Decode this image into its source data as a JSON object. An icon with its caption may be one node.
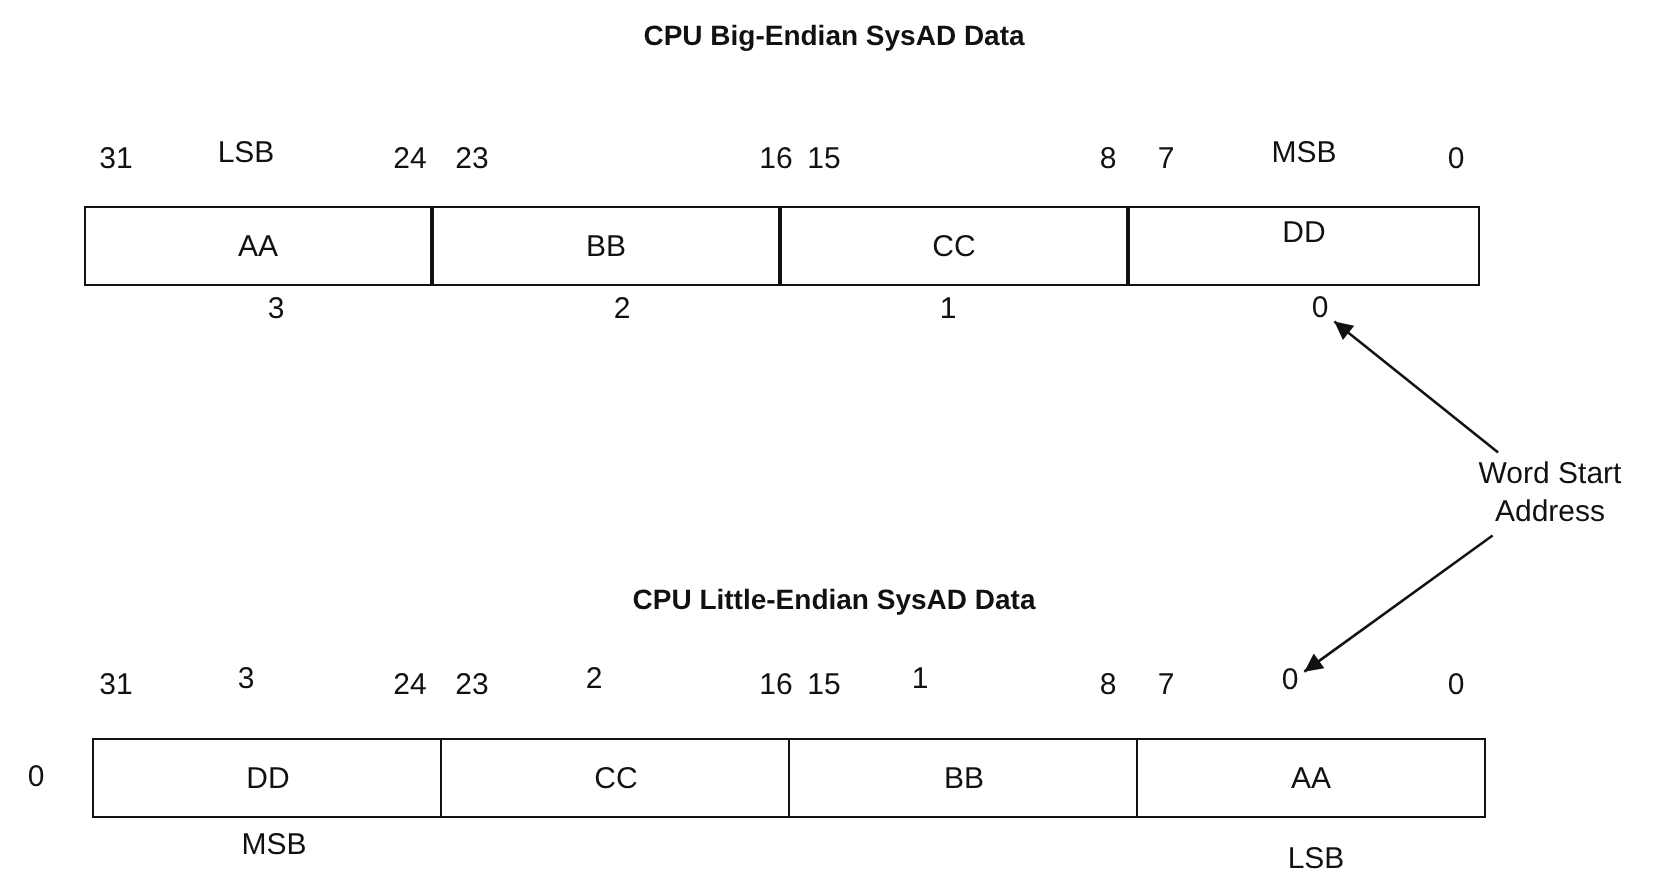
{
  "diagram": {
    "nodes": [
      {
        "text": [
          "AA"
        ]
      },
      {
        "text": [
          "BB"
        ]
      },
      {
        "text": [
          "CC"
        ]
      },
      {
        "text": [
          "DD"
        ]
      },
      {
        "text": [
          "0"
        ]
      },
      {
        "text": [
          "Word Start Address"
        ]
      },
      {
        "text": [
          "0"
        ]
      },
      {
        "text": [
          "DD"
        ]
      },
      {
        "text": [
          "CC"
        ]
      },
      {
        "text": [
          "BB"
        ]
      },
      {
        "text": [
          "AA"
        ]
      }
    ],
    "edges": [
      {
        "from": 5,
        "to": 4,
        "arrow": "to"
      },
      {
        "from": 5,
        "to": 6,
        "arrow": "to"
      }
    ],
    "labels": [
      "CPU Big-Endian SysAD Data",
      "31",
      "LSB",
      "24",
      "23",
      "16",
      "15",
      "8",
      "7",
      "MSB",
      "0",
      "3",
      "2",
      "1",
      "CPU Little-Endian SysAD Data",
      "31",
      "3",
      "24",
      "23",
      "2",
      "16",
      "15",
      "1",
      "8",
      "7",
      "0",
      "0",
      "MSB",
      "LSB"
    ]
  }
}
